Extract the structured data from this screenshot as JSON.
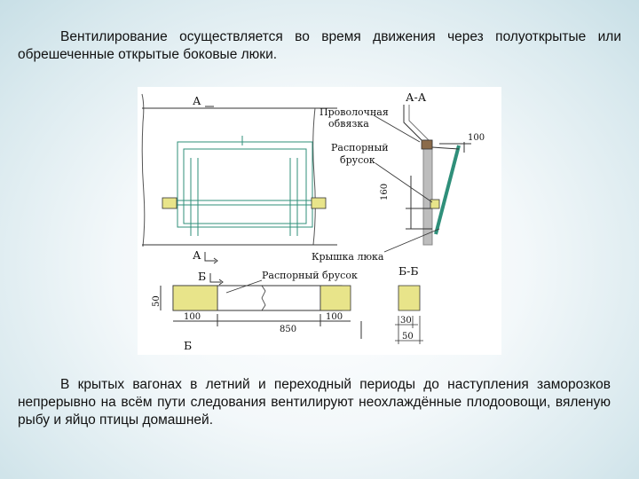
{
  "text": {
    "paragraph_1": "Вентилирование осуществляется во время движения через полуоткрытые или обрешеченные открытые боковые люки.",
    "paragraph_2": "В крытых вагонах в летний и переходный периоды до наступления заморозков непрерывно на всём пути следования вентилируют неохлаждённые плодоовощи, вяленую рыбу и яйцо птицы домашней."
  },
  "figure": {
    "section_a_top": "А",
    "section_a_bottom": "А",
    "section_aa_title": "А-А",
    "wire_tie_line1": "Проволочная",
    "wire_tie_line2": "обвязка",
    "spacer_line1": "Распорный",
    "spacer_line2": "брусок",
    "hatch_cover": "Крышка люка",
    "spacer_bar": "Распорный брусок",
    "section_b_top": "Б",
    "section_b_bottom": "Б",
    "section_bb_title": "Б-Б",
    "dim_100_top": "100",
    "dim_160": "160",
    "dim_50_left": "50",
    "dim_100_left": "100",
    "dim_850": "850",
    "dim_100_right": "100",
    "dim_30": "30",
    "dim_50_right": "50"
  },
  "colors": {
    "spacer_fill": "#e8e48a",
    "cover_line": "#2f8f7a",
    "drawing_line": "#333333"
  }
}
